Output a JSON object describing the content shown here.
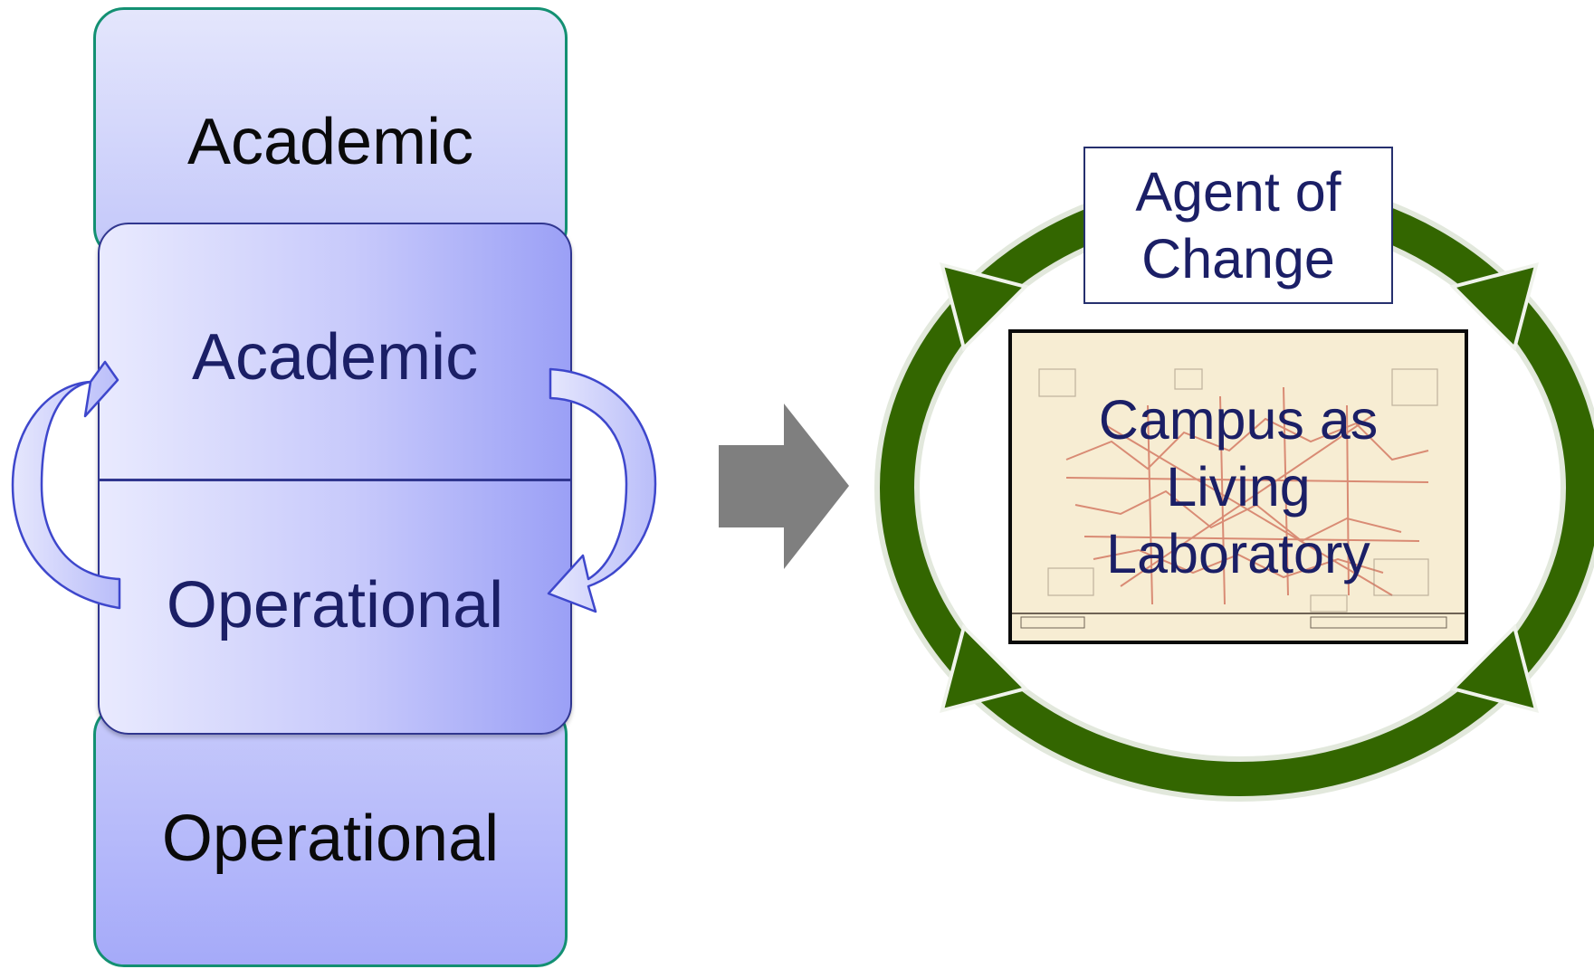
{
  "left_panel": {
    "outer_top_label": "Academic",
    "inner_top_label": "Academic",
    "inner_bottom_label": "Operational",
    "outer_bottom_label": "Operational"
  },
  "right_panel": {
    "agent_lines": [
      "Agent of",
      "Change"
    ],
    "campus_lines": [
      "Campus as",
      "Living",
      "Laboratory"
    ]
  },
  "colors": {
    "outer_border": "#139072",
    "cycle_arrow_fill": "#c6c9fb",
    "transition_arrow": "#7f7f7f",
    "ring_green": "#336600",
    "text_navy": "#1b1f66"
  }
}
